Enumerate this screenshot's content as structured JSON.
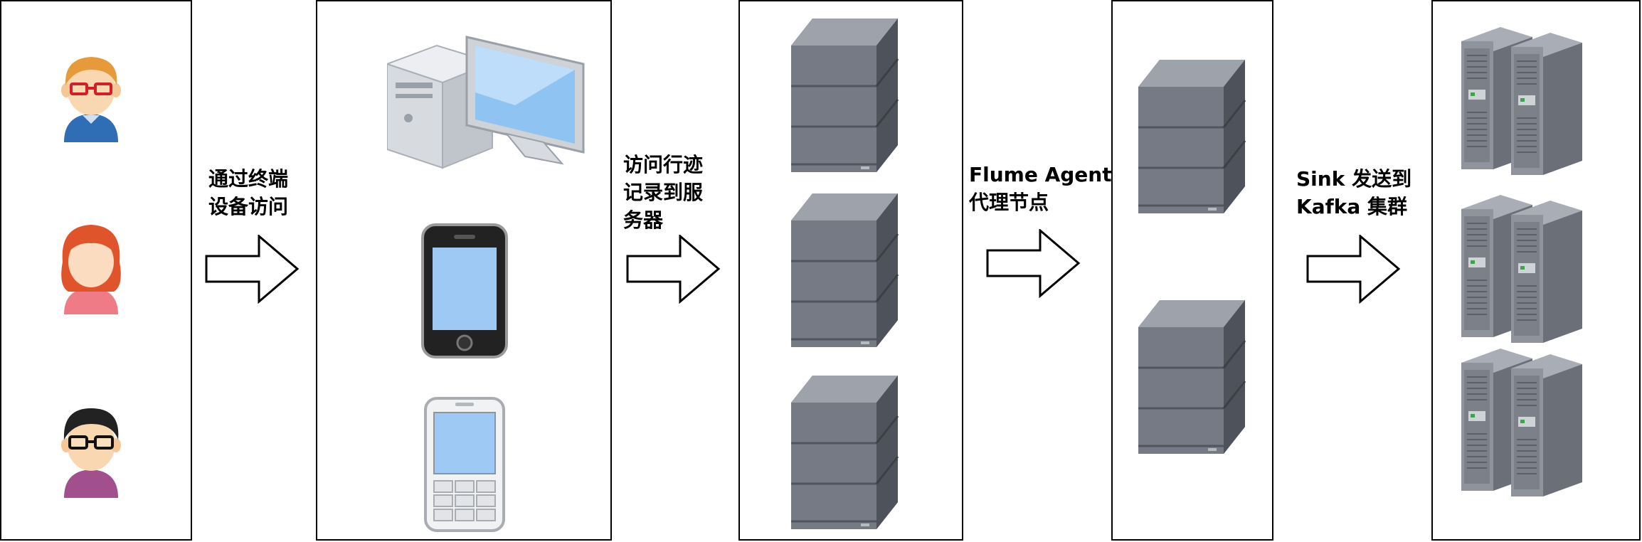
{
  "steps": [
    {
      "label": "通过终端\n设备访问",
      "arrow": "right-arrow-icon"
    },
    {
      "label": "访问行迹\n记录到服\n务器",
      "arrow": "right-arrow-icon"
    },
    {
      "label": "Flume Agent\n代理节点",
      "arrow": "right-arrow-icon"
    },
    {
      "label": "Sink 发送到\nKafka 集群",
      "arrow": "right-arrow-icon"
    }
  ],
  "panels": [
    {
      "name": "users",
      "icons": [
        "user-glasses-orange-hair-icon",
        "user-red-hair-icon",
        "user-black-hair-glasses-icon"
      ]
    },
    {
      "name": "devices",
      "icons": [
        "desktop-computer-icon",
        "smartphone-icon",
        "feature-phone-icon"
      ]
    },
    {
      "name": "servers",
      "icons": [
        "server-icon",
        "server-icon",
        "server-icon"
      ]
    },
    {
      "name": "flume-agents",
      "icons": [
        "server-icon",
        "server-icon"
      ]
    },
    {
      "name": "kafka-cluster",
      "icons": [
        "tower-server-pair-icon",
        "tower-server-pair-icon",
        "tower-server-pair-icon"
      ]
    }
  ]
}
